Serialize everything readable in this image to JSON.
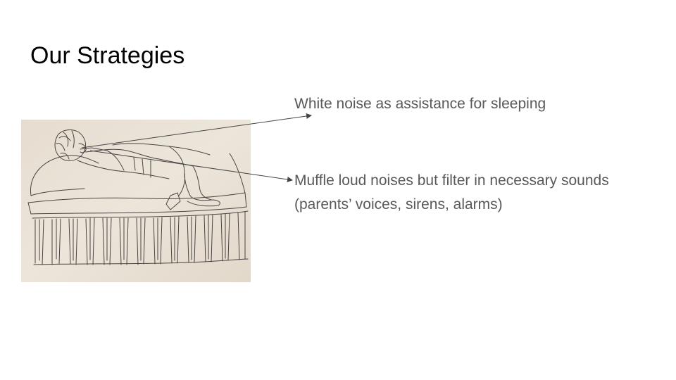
{
  "slide": {
    "title": "Our Strategies",
    "bullets": [
      "White noise as assistance for sleeping",
      "Muffle loud noises but filter in necessary sounds (parents’ voices, sirens, alarms)"
    ],
    "colors": {
      "title": "#000000",
      "bullet_text": "#595959",
      "sketch_paper": "#e9e1d6",
      "sketch_ink": "#4a4440",
      "arrow": "#444444"
    },
    "illustration": {
      "subject": "pencil sketch of a person lying on a bed wearing headphones"
    }
  }
}
